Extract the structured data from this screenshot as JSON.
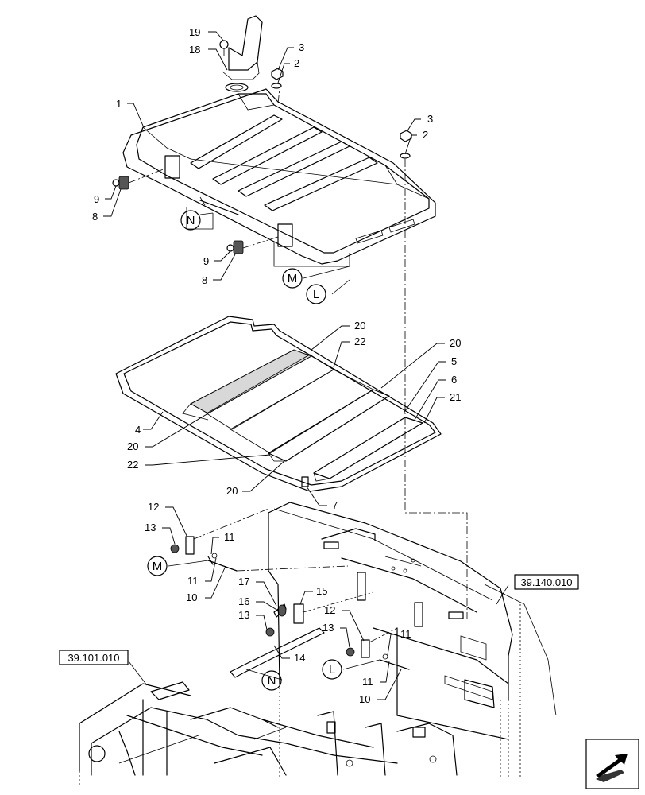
{
  "callouts": {
    "c19": "19",
    "c18": "18",
    "c3a": "3",
    "c2a": "2",
    "c1": "1",
    "c3b": "3",
    "c2b": "2",
    "c9a": "9",
    "c8a": "8",
    "c9b": "9",
    "c8b": "8",
    "c20a": "20",
    "c22a": "22",
    "c20b": "20",
    "c5": "5",
    "c6": "6",
    "c21": "21",
    "c4": "4",
    "c20c": "20",
    "c22b": "22",
    "c20d": "20",
    "c7": "7",
    "c12a": "12",
    "c13a": "13",
    "c11a": "11",
    "c11b": "11",
    "c10a": "10",
    "c17": "17",
    "c16": "16",
    "c15": "15",
    "c13b": "13",
    "c14": "14",
    "c12b": "12",
    "c13c": "13",
    "c11c": "11",
    "c11d": "11",
    "c10b": "10"
  },
  "refs": {
    "N1": "N",
    "M1": "M",
    "L1": "L",
    "M2": "M",
    "N2": "N",
    "L2": "L"
  },
  "boxes": {
    "ref_right": "39.140.010",
    "ref_left": "39.101.010"
  },
  "icons": {
    "nav": "arrow-icon"
  }
}
